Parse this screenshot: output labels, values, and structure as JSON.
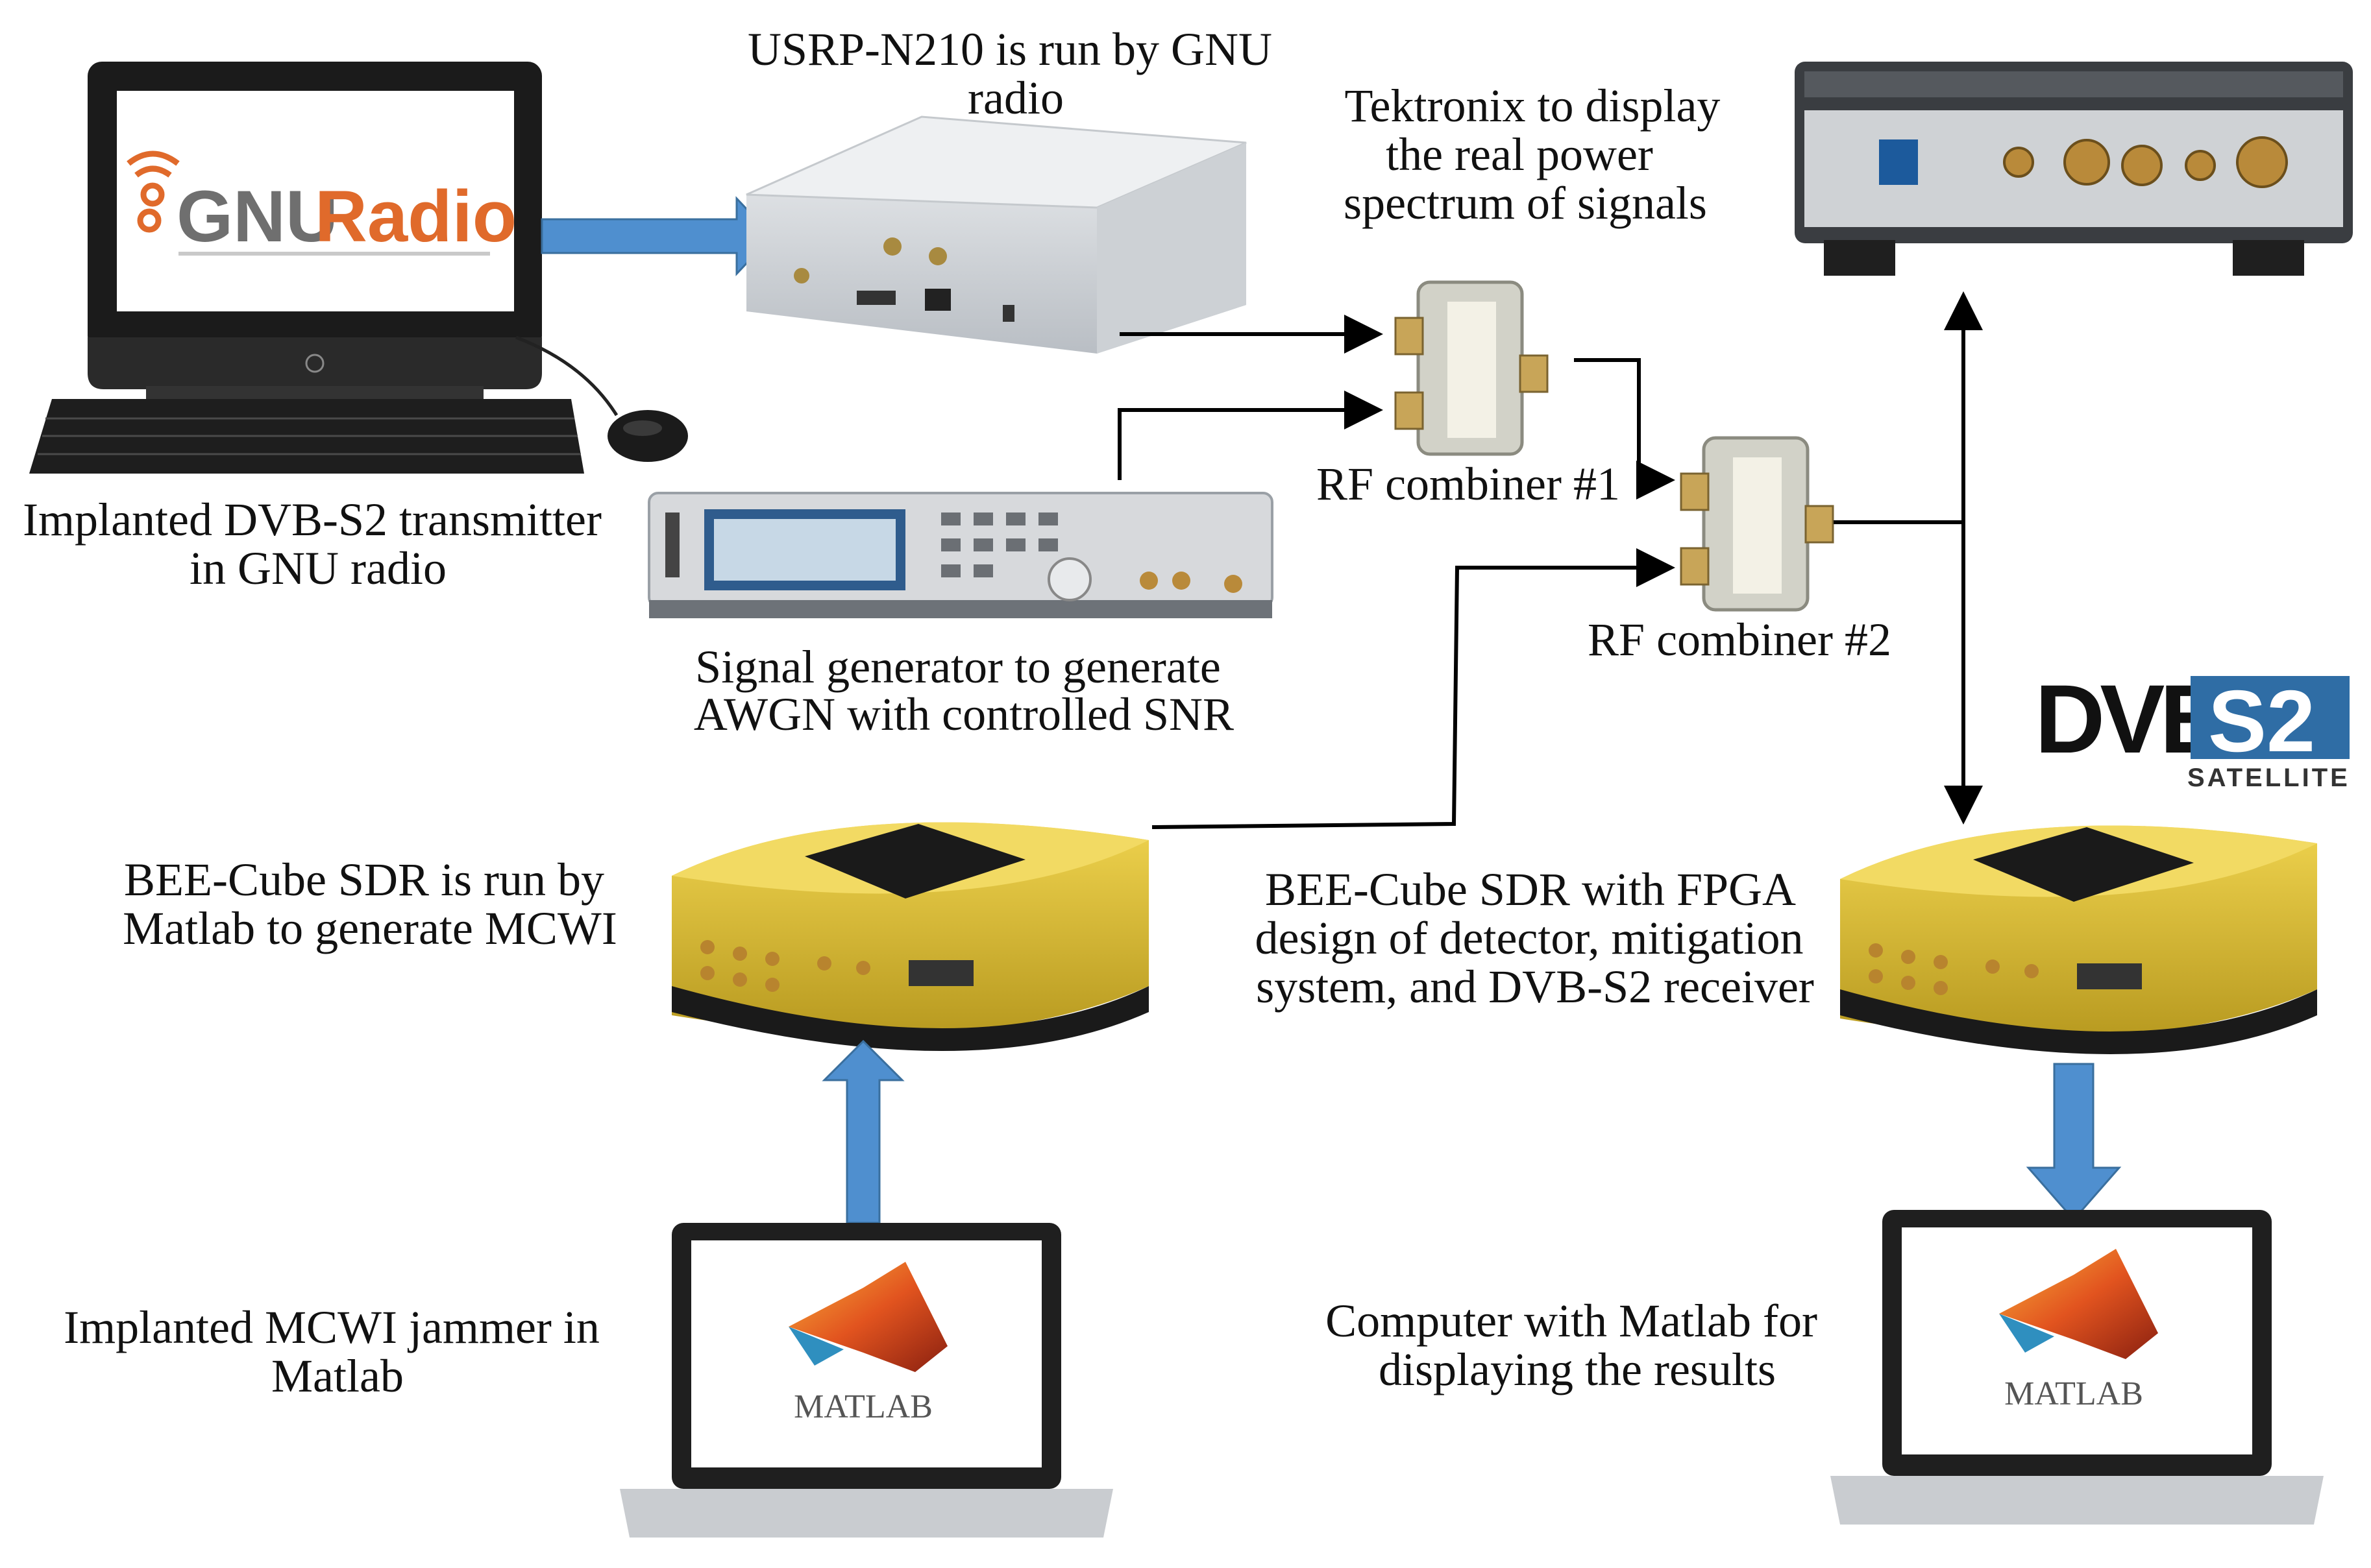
{
  "captions": {
    "gnu_pc": [
      "Implanted DVB-S2 transmitter",
      "in GNU radio"
    ],
    "usrp": [
      "USRP-N210 is run by GNU",
      "radio"
    ],
    "tektronix": [
      "Tektronix to display",
      "the real power",
      "spectrum of signals"
    ],
    "rf1": [
      "RF combiner #1"
    ],
    "rf2": [
      "RF combiner #2"
    ],
    "siggen": [
      "Signal generator to generate",
      "AWGN with controlled SNR"
    ],
    "bee_left": [
      "BEE-Cube SDR is run by",
      "Matlab to generate MCWI"
    ],
    "bee_right": [
      "BEE-Cube SDR with FPGA",
      "design of detector, mitigation",
      "system, and DVB-S2 receiver"
    ],
    "matlab_left": [
      "Implanted MCWI jammer in",
      "Matlab"
    ],
    "matlab_right": [
      "Computer with Matlab for",
      "displaying the results"
    ]
  },
  "logos": {
    "gnuradio": {
      "part1": "GNU",
      "part2": "Radio"
    },
    "dvb": {
      "part1": "DVB",
      "part2": "S2",
      "sub": "SATELLITE"
    },
    "matlab": "MATLAB"
  },
  "colors": {
    "block_arrow": "#4f8fcf",
    "bee_yellow": "#d9bd3b",
    "gnuradio_orange": "#e06a2b",
    "dvb_blue": "#2f6da5"
  }
}
